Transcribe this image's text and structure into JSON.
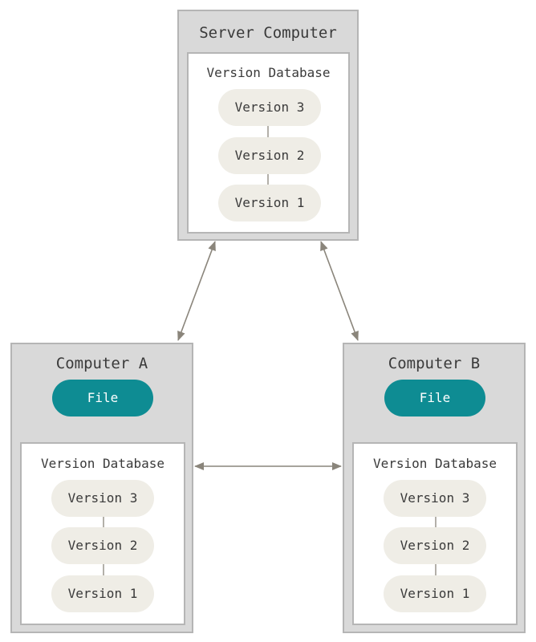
{
  "server": {
    "title": "Server Computer",
    "database": {
      "title": "Version Database",
      "versions": [
        "Version 3",
        "Version 2",
        "Version 1"
      ]
    }
  },
  "computer_a": {
    "title": "Computer A",
    "file": "File",
    "database": {
      "title": "Version Database",
      "versions": [
        "Version 3",
        "Version 2",
        "Version 1"
      ]
    }
  },
  "computer_b": {
    "title": "Computer B",
    "file": "File",
    "database": {
      "title": "Version Database",
      "versions": [
        "Version 3",
        "Version 2",
        "Version 1"
      ]
    }
  },
  "colors": {
    "box_fill": "#d9d9d9",
    "box_border": "#b5b5b5",
    "version_pill": "#efede6",
    "file_pill": "#0e8c93",
    "arrow": "#8a857b"
  }
}
